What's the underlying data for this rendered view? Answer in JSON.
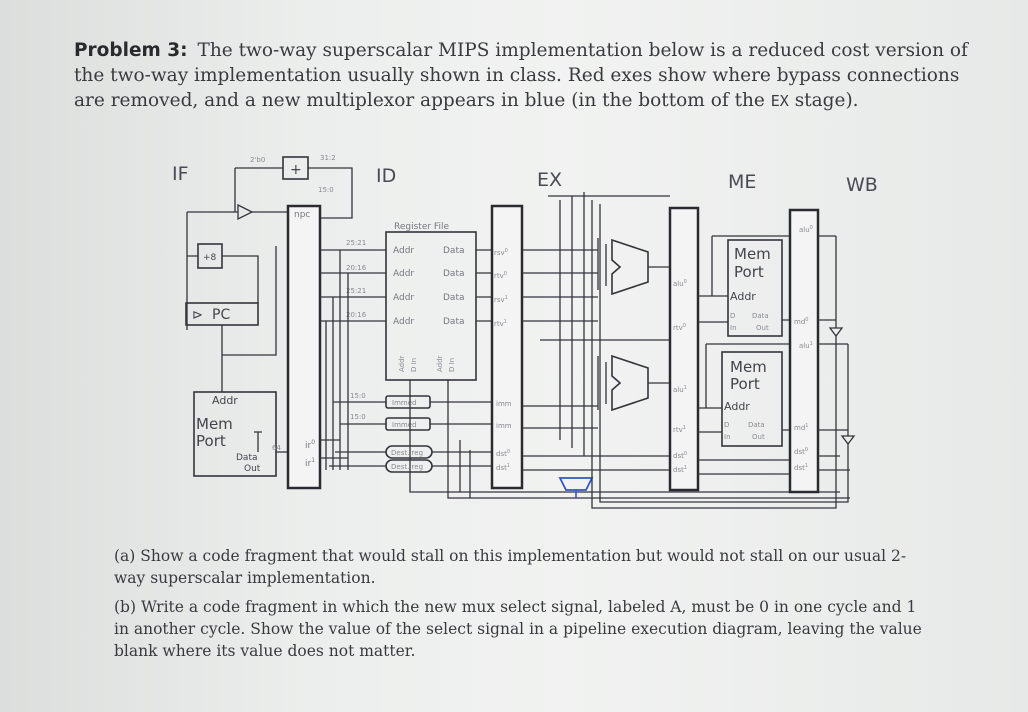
{
  "problem": {
    "label": "Problem 3:",
    "text_before": "The two-way superscalar MIPS implementation below is a reduced cost version of the two-way implementation usually shown in class. Red exes show where bypass connections are removed, and a new multiplexor appears in blue (in the bottom of the ",
    "stage_word": "EX",
    "text_after": " stage)."
  },
  "questions": {
    "a": "(a) Show a code fragment that would stall on this implementation but would not stall on our usual 2-way superscalar implementation.",
    "b": "(b) Write a code fragment in which the new mux select signal, labeled A, must be 0 in one cycle and 1 in another cycle. Show the value of the select signal in a pipeline execution diagram, leaving the value blank where its value does not matter."
  },
  "stages": {
    "if": "IF",
    "id": "ID",
    "ex": "EX",
    "me": "ME",
    "wb": "WB"
  },
  "if_stage": {
    "plus": "+",
    "plus8": "+8",
    "pc": "PC",
    "mem_addr": "Addr",
    "mem_label_1": "Mem",
    "mem_label_2": "Port",
    "mem_data_1": "Data",
    "mem_data_2": "Out",
    "bits_64": "64",
    "npc": "npc",
    "ir0": "ir",
    "ir0_sup": "0",
    "ir1": "ir",
    "ir1_sup": "1",
    "bits_top1": "2'b0",
    "bits_top2": "31:2",
    "bits_15_0": "15:0"
  },
  "id_stage": {
    "register_file": "Register File",
    "addr": "Addr",
    "data": "Data",
    "addr_d": "Addr",
    "d_in": "D In",
    "field_25_21": "25:21",
    "field_20_16": "20:16",
    "field_15_0": "15:0",
    "immed": "Immed",
    "dest_reg": "Dest. reg"
  },
  "ex_stage": {
    "rsv0": "rsv",
    "rsv0_sup": "0",
    "rtv0": "rtv",
    "rtv0_sup": "0",
    "rsv1": "rsv",
    "rsv1_sup": "1",
    "rtv1": "rtv",
    "rtv1_sup": "1",
    "imm0": "imm",
    "imm1": "imm",
    "dst0": "dst",
    "dst0_sup": "0",
    "dst1": "dst",
    "dst1_sup": "1"
  },
  "me_stage": {
    "alu0": "alu",
    "alu0_sup": "0",
    "alu1": "alu",
    "alu1_sup": "1",
    "rtv0": "rtv",
    "rtv0_sup": "0",
    "rtv1": "rtv",
    "rtv1_sup": "1",
    "dst0": "dst",
    "dst0_sup": "0",
    "dst1": "dst",
    "dst1_sup": "1",
    "mem_label_1": "Mem",
    "mem_label_2": "Port",
    "mem_addr": "Addr",
    "d": "D",
    "in": "In",
    "data": "Data",
    "out": "Out"
  },
  "wb_stage": {
    "alu0": "alu",
    "alu0_sup": "0",
    "md0": "md",
    "md0_sup": "0",
    "alu1": "alu",
    "alu1_sup": "1",
    "md1": "md",
    "md1_sup": "1",
    "dst0": "dst",
    "dst0_sup": "0",
    "dst1": "dst",
    "dst1_sup": "1"
  },
  "colors": {
    "wire": "#34343c",
    "bypass_x": "#cc3333",
    "new_mux": "#3355cc"
  }
}
